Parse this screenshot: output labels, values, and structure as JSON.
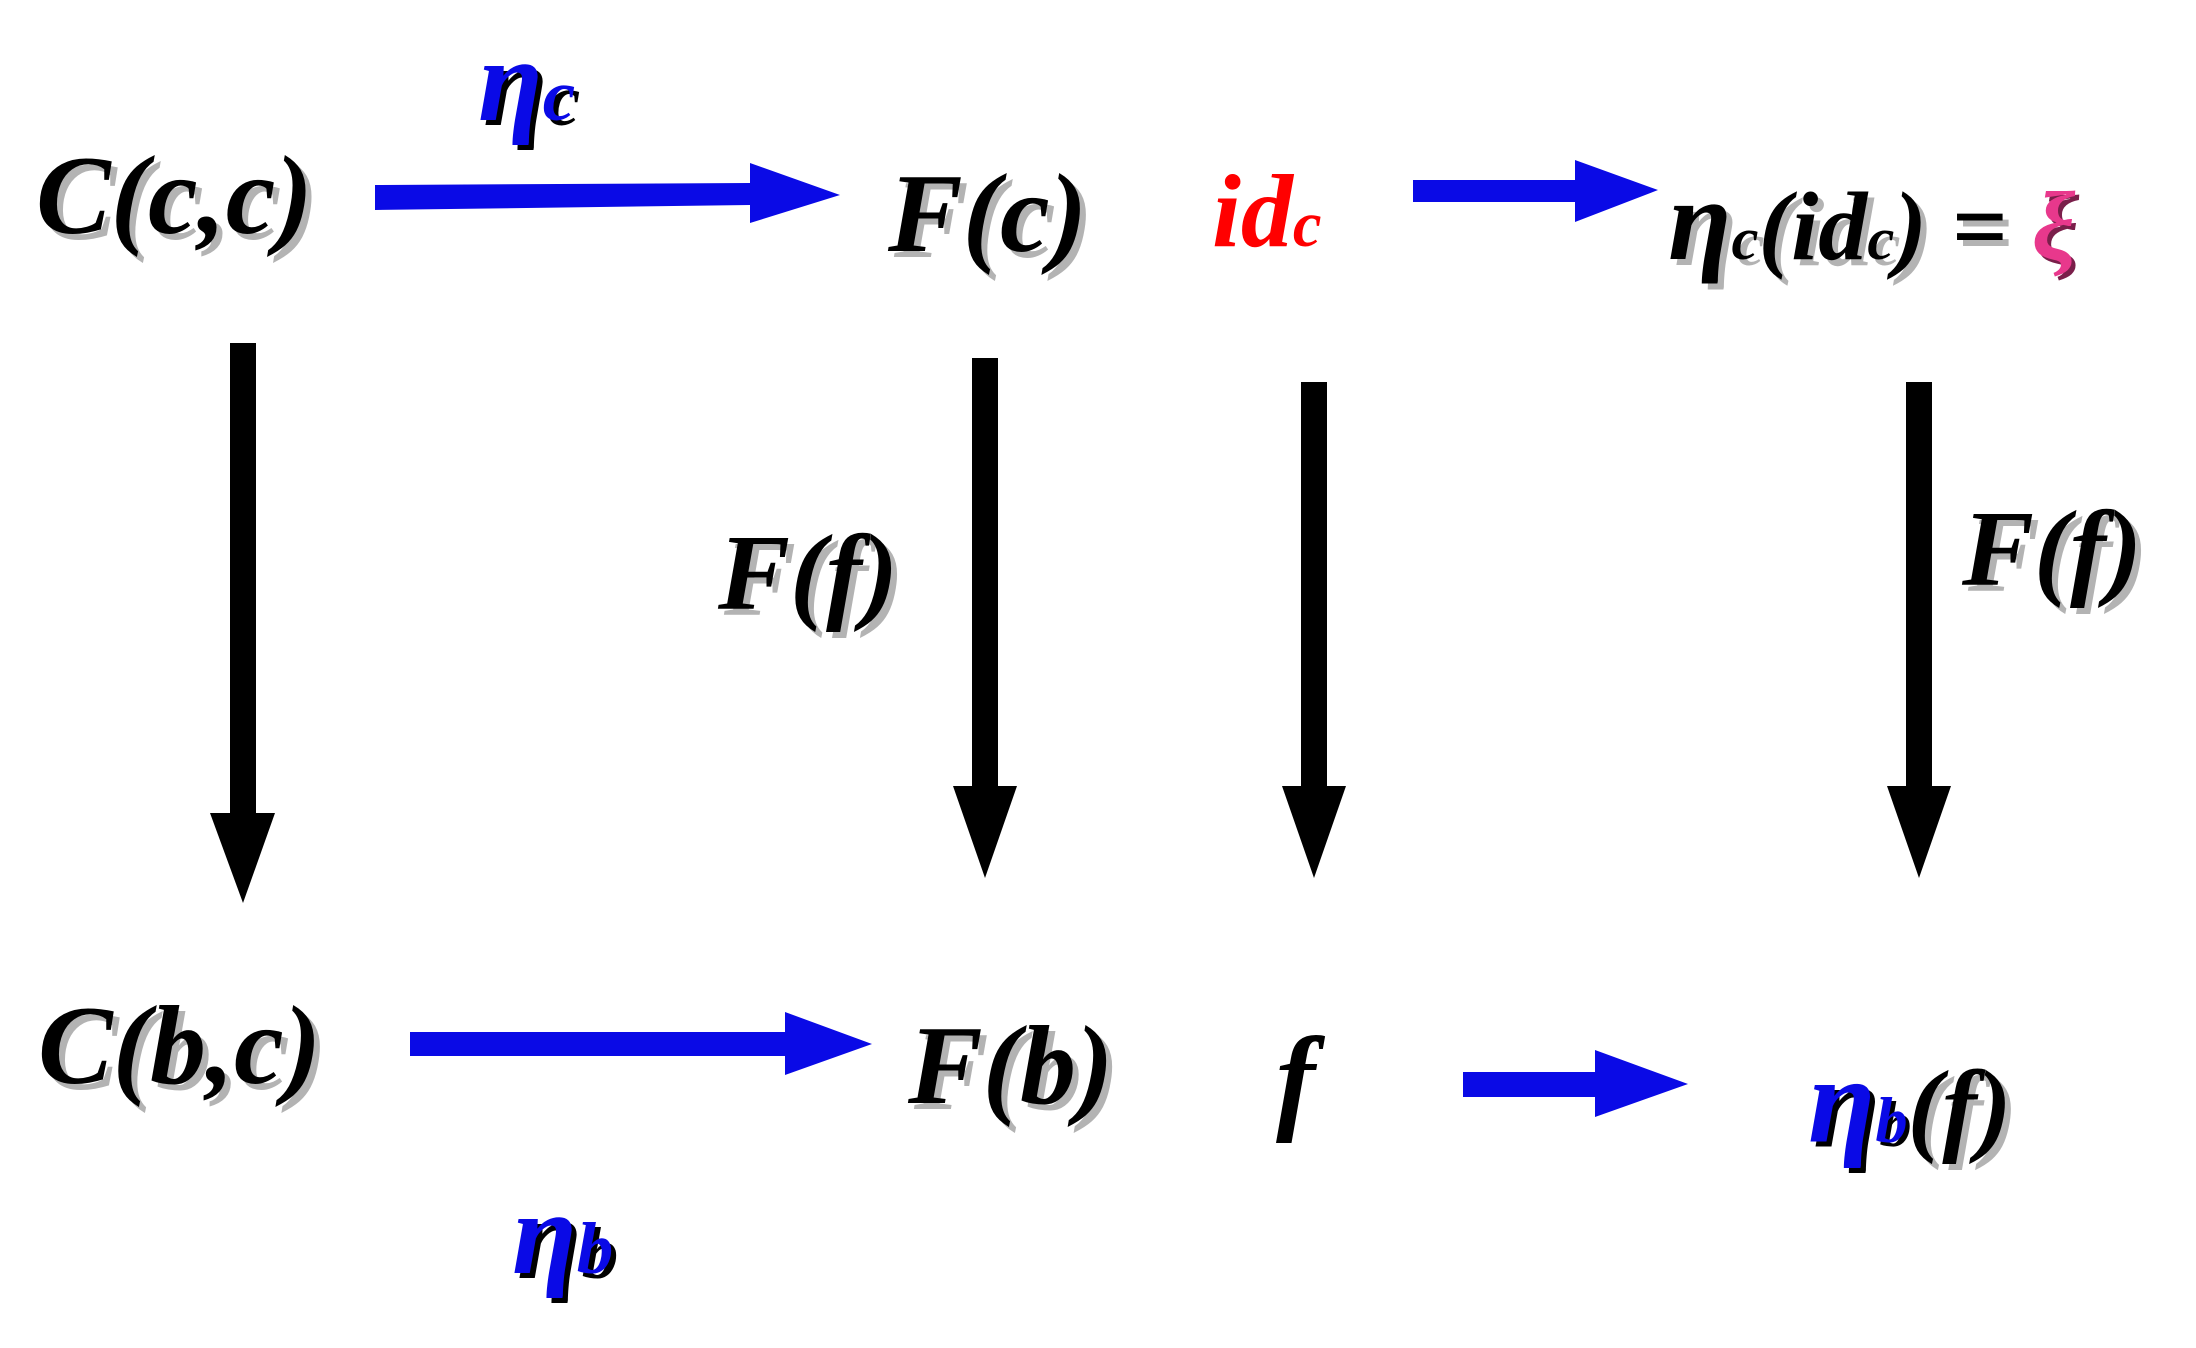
{
  "colors": {
    "blue": "#0a0ae6",
    "black": "#000000",
    "red": "#ff0000",
    "pink": "#e8388c",
    "shadow": "#b3b3b3"
  },
  "nodes": {
    "c_cc": "C(c,c)",
    "c_bc": "C(b,c)",
    "f_c": "F(c)",
    "f_b": "F(b)",
    "id_main": "id",
    "id_sub": "c",
    "f_lower": "f",
    "eta": "η",
    "sub_c": "c",
    "sub_b": "b",
    "paren_id_open": "(id",
    "paren_id_close": ") = ",
    "xi": "ξ",
    "paren_f": "(f)"
  },
  "arrow_labels": {
    "eta_c_sym": "η",
    "eta_c_sub": "c",
    "eta_b_sym": "η",
    "eta_b_sub": "b",
    "ff_left": "F(f)",
    "ff_right": "F(f)"
  }
}
